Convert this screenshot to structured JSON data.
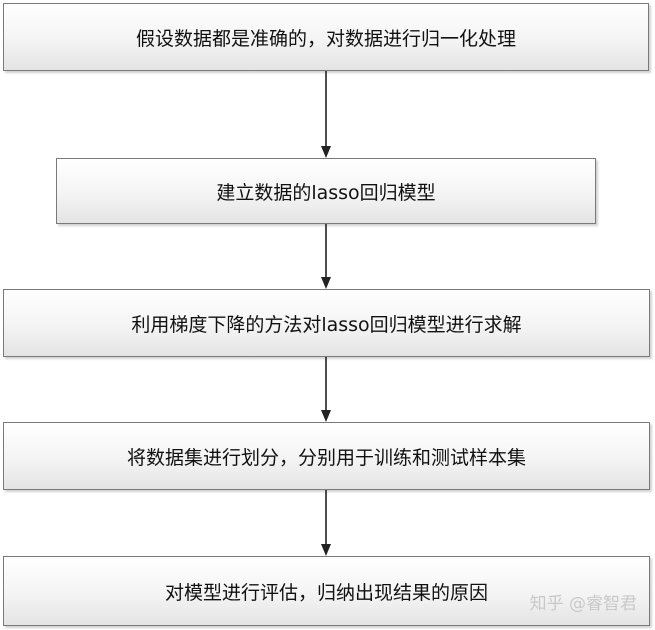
{
  "steps": [
    {
      "text": "假设数据都是准确的，对数据进行归一化处理"
    },
    {
      "text": "建立数据的lasso回归模型"
    },
    {
      "text": "利用梯度下降的方法对lasso回归模型进行求解"
    },
    {
      "text": "将数据集进行划分，分别用于训练和测试样本集"
    },
    {
      "text": "对模型进行评估，归纳出现结果的原因"
    }
  ],
  "watermark": "知乎 @睿智君",
  "colors": {
    "box_border": "#7a7a7a",
    "arrow": "#222222",
    "watermark": "#c8c8c8"
  }
}
